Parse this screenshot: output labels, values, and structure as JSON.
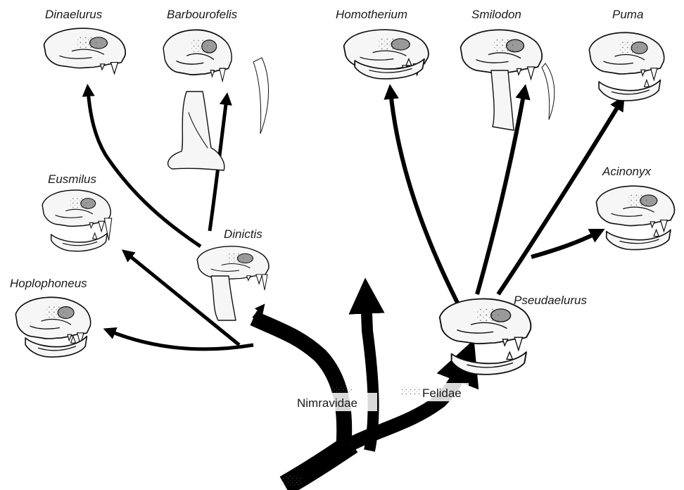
{
  "colors": {
    "ink": "#000000",
    "paper": "#ffffff",
    "skull": "#f6f6f6",
    "stipple": "#9a9a9a"
  },
  "clades": {
    "nimravidae": "Nimravidae",
    "felidae": "Felidae"
  },
  "taxa": {
    "dinaelurus": "Dinaelurus",
    "barbourofelis": "Barbourofelis",
    "eusmilus": "Eusmilus",
    "hoplophoneus": "Hoplophoneus",
    "dinictis": "Dinictis",
    "homotherium": "Homotherium",
    "smilodon": "Smilodon",
    "puma": "Puma",
    "acinonyx": "Acinonyx",
    "pseudaelurus": "Pseudaelurus"
  }
}
